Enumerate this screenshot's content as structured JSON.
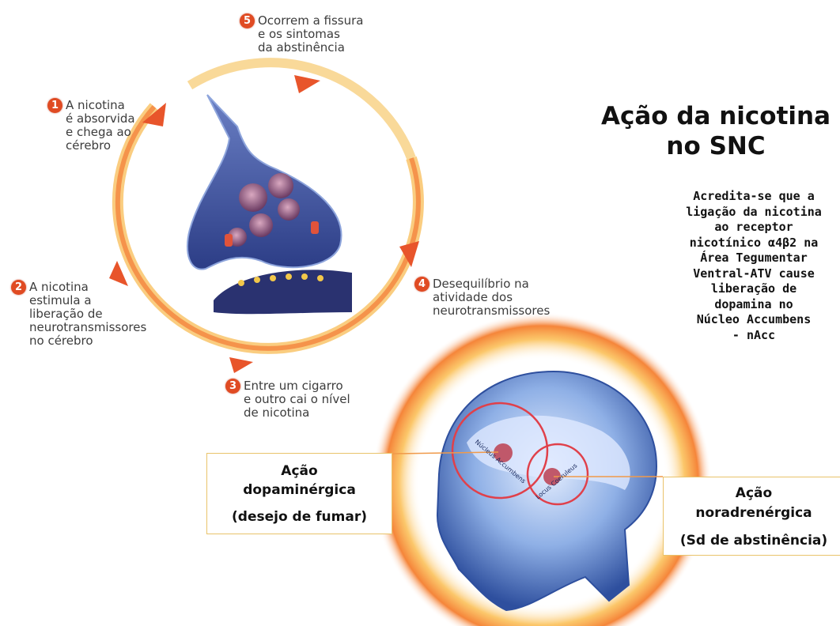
{
  "title": "Ação da nicotina\nno SNC",
  "description": "Acredita-se que a\nligação da nicotina\nao receptor\nnicotínico α4β2 na\nÁrea Tegumentar\nVentral-ATV cause\nliberação de\ndopamina no\nNúcleo Accumbens\n- nAcc",
  "cycle_steps": [
    {
      "number": "1",
      "text": "A nicotina\né absorvida\ne chega ao\ncérebro"
    },
    {
      "number": "2",
      "text": "A nicotina\nestimula a\nliberação de\nneurotransmissores\nno cérebro"
    },
    {
      "number": "3",
      "text": "Entre um cigarro\ne outro cai o nível\nde nicotina"
    },
    {
      "number": "4",
      "text": "Desequilíbrio na\natividade dos\nneurotransmissores"
    },
    {
      "number": "5",
      "text": "Ocorrem a fissura\ne os sintomas\nda abstinência"
    }
  ],
  "boxes": {
    "dopaminergic": {
      "line1": "Ação",
      "line2": "dopaminérgica",
      "line3": "(desejo de fumar)"
    },
    "noradrenergic": {
      "line1": "Ação",
      "line2": "noradrenérgica",
      "line3": "(Sd de abstinência)"
    }
  },
  "brain_labels": {
    "nucleus": "Núcleus Accumbens",
    "locus": "Locus Coeruleus"
  },
  "colors": {
    "cycle_orange": "#f08a3c",
    "step_number_red": "#e04b23",
    "box_border": "#e9c36b",
    "synapse_blue": "#3a4f9a",
    "brain_blue": "#4a78c8",
    "region_circle_red": "#e0404a"
  }
}
